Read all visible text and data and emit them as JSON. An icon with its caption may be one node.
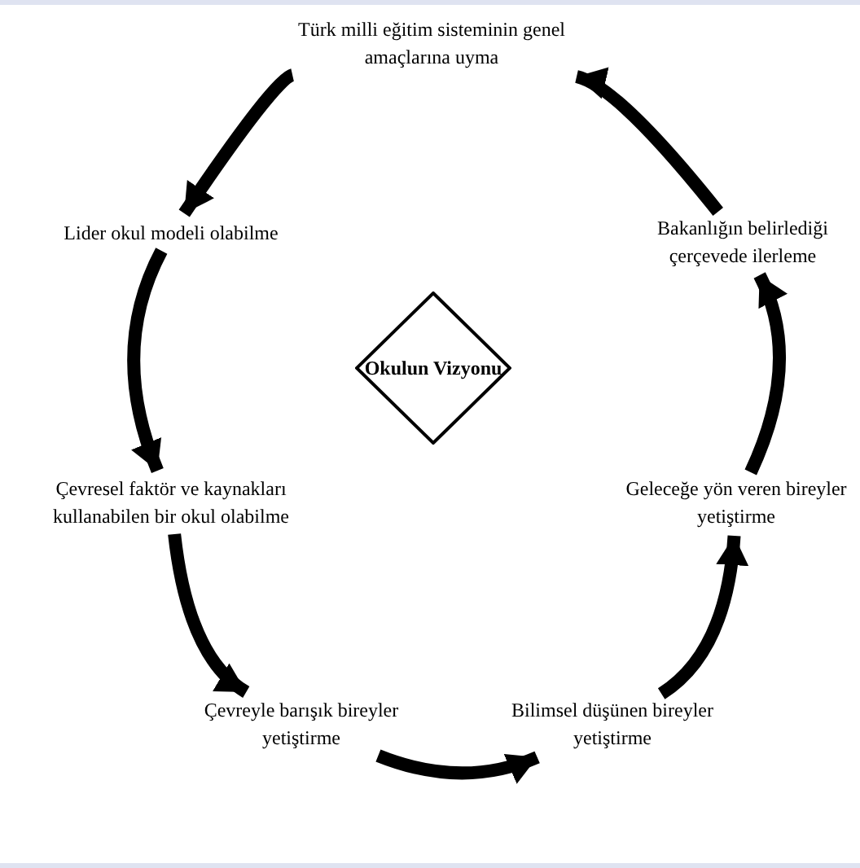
{
  "diagram": {
    "nodes": [
      {
        "text": [
          "Türk milli eğitim sisteminin genel amaçlarına uyma"
        ]
      },
      {
        "text": [
          "Bakanlığın belirlediği çerçevede ilerleme"
        ]
      },
      {
        "text": [
          "Geleceğe yön veren bireyler yetiştirme"
        ]
      },
      {
        "text": [
          "Bilimsel düşünen bireyler yetiştirme"
        ]
      },
      {
        "text": [
          "Çevreyle barışık bireyler yetiştirme"
        ]
      },
      {
        "text": [
          "Çevresel faktör ve kaynakları kullanabilen bir okul olabilme"
        ]
      },
      {
        "text": [
          "Lider okul modeli olabilme"
        ]
      },
      {
        "text": [
          "Okulun Vizyonu"
        ]
      }
    ],
    "edges": [
      {
        "from": 1,
        "to": 0,
        "arrow": "to"
      },
      {
        "from": 2,
        "to": 1,
        "arrow": "to"
      },
      {
        "from": 3,
        "to": 2,
        "arrow": "to"
      },
      {
        "from": 4,
        "to": 3,
        "arrow": "to"
      },
      {
        "from": 5,
        "to": 4,
        "arrow": "to"
      },
      {
        "from": 6,
        "to": 5,
        "arrow": "to"
      },
      {
        "from": 0,
        "to": 6,
        "arrow": "to"
      }
    ]
  }
}
